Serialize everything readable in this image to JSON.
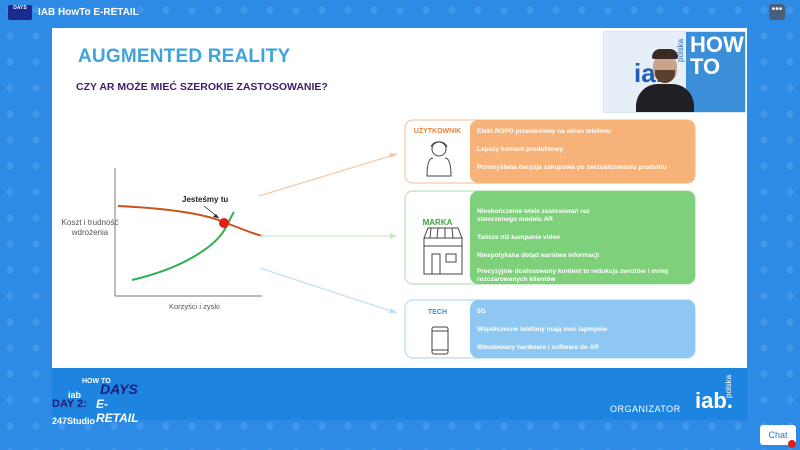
{
  "app": {
    "title": "IAB HowTo E-RETAIL",
    "logo_text": "DAYS"
  },
  "slide": {
    "title": "AUGMENTED REALITY",
    "subtitle": "CZY AR MOŻE MIEĆ SZEROKIE ZASTOSOWANIE?",
    "chart": {
      "y_label": "Koszt i trudność wdrożenia",
      "x_label": "Korzyści i zyski",
      "annotation": "Jesteśmy tu"
    },
    "segments": [
      {
        "label": "UŻYTKOWNIK",
        "color": "#f7b27a",
        "items": [
          "Efekt ROPO przeniesiony na ekran telefonu",
          "Lepszy kontent produktowy",
          "Przemyślana decyzja zakupowa po zwizualizowaniu produktu"
        ]
      },
      {
        "label": "MARKA",
        "color": "#7ed07b",
        "items": [
          "Nieskończenie wiele zastosowań raz stworzonego modelu AR",
          "Tańsze niż kampanie video",
          "Niespotykana dotąd warstwa informacji",
          "Precyzyjnie dostosowany kontent to redukcja zwrotów i mniej rozczarowanych klientów"
        ]
      },
      {
        "label": "TECH",
        "color": "#8ec8f2",
        "items": [
          "5G",
          "Współczesne telefony mają moc laptopów",
          "Wbudowany hardware i software do AR"
        ]
      }
    ]
  },
  "webcam": {
    "brand": "iab",
    "brand_sub": "polska",
    "howto": "HOW TO"
  },
  "footer": {
    "iab": "iab",
    "how_to": "HOW TO",
    "days": "DAYS",
    "day2": "DAY 2:",
    "eretail": "E-RETAIL",
    "studio": "247Studio",
    "organizer": "ORGANIZATOR",
    "iab_big": "iab.",
    "polska": "polska"
  },
  "chat": {
    "label": "Chat"
  },
  "menu": {
    "label": "•••"
  }
}
